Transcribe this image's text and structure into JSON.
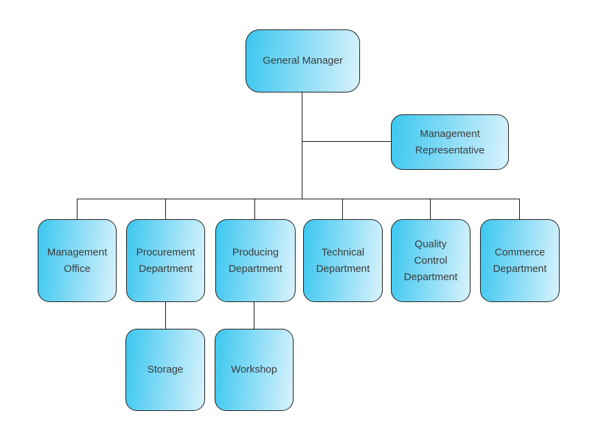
{
  "diagram": {
    "type": "org-chart",
    "nodes": {
      "general_manager": "General Manager",
      "management_representative": "Management Representative",
      "management_office": "Management Office",
      "procurement_department": "Procurement Department",
      "producing_department": "Producing Department",
      "technical_department": "Technical Department",
      "quality_control_department": "Quality Control Department",
      "commerce_department": "Commerce Department",
      "storage": "Storage",
      "workshop": "Workshop"
    },
    "edges": [
      [
        "general_manager",
        "management_representative"
      ],
      [
        "general_manager",
        "management_office"
      ],
      [
        "general_manager",
        "procurement_department"
      ],
      [
        "general_manager",
        "producing_department"
      ],
      [
        "general_manager",
        "technical_department"
      ],
      [
        "general_manager",
        "quality_control_department"
      ],
      [
        "general_manager",
        "commerce_department"
      ],
      [
        "procurement_department",
        "storage"
      ],
      [
        "producing_department",
        "workshop"
      ]
    ],
    "colors": {
      "node_gradient_start": "#3cc7f0",
      "node_gradient_end": "#d8f2fc",
      "node_border": "#1a1a1a",
      "connector": "#111111",
      "text": "#3b3b3b",
      "background": "#ffffff"
    }
  }
}
